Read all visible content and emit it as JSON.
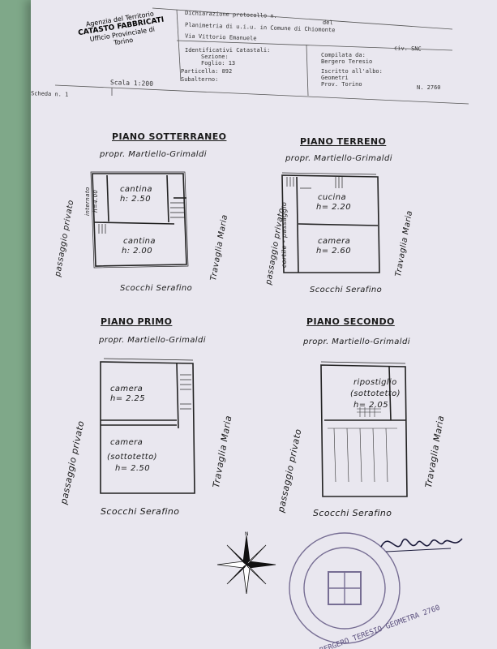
{
  "header": {
    "agency_line1": "Agenzia del Territorio",
    "agency_line2": "CATASTO FABBRICATI",
    "agency_line3": "Ufficio Provinciale di",
    "agency_line4": "Torino",
    "declaration": "Dichiarazione protocollo n.",
    "declaration_del": "del",
    "planimetry": "Planimetria di u.i.u. in Comune di Chiomonte",
    "address": "Via Vittorio Emanuele",
    "civ": "civ. SNC",
    "ident_label": "Identificativi Catastali:",
    "sezione": "Sezione:",
    "foglio": "Foglio: 13",
    "particella": "Particella: 892",
    "subalterno": "Subalterno:",
    "compilata": "Compilata da:",
    "compiler": "Bergero Teresio",
    "iscritto": "Iscritto all'albo:",
    "geometri": "Geometri",
    "prov": "Prov. Torino",
    "number": "N. 2760",
    "scheda": "Scheda n. 1",
    "scala": "Scala 1:200"
  },
  "plans": {
    "underground": {
      "title": "PIANO SOTTERRANEO",
      "north": "propr. Martiello-Grimaldi",
      "west": "passaggio privato",
      "east": "Travaglia Maria",
      "south": "Scocchi Serafino",
      "small_room": "internato",
      "small_room_h": "h=4.00",
      "room1": "cantina",
      "room1_h": "h: 2.50",
      "room2": "cantina",
      "room2_h": "h: 2.00"
    },
    "ground": {
      "title": "PIANO TERRENO",
      "north": "propr. Martiello-Grimaldi",
      "west": "passaggio privato",
      "east": "Travaglia Maria",
      "south": "Scocchi Serafino",
      "corridor": "cortile - passaggio",
      "room1": "cucina",
      "room1_h": "h= 2.20",
      "room2": "camera",
      "room2_h": "h= 2.60"
    },
    "first": {
      "title": "PIANO PRIMO",
      "north": "propr. Martiello-Grimaldi",
      "west": "passaggio privato",
      "east": "Travaglia Maria",
      "south": "Scocchi Serafino",
      "room1": "camera",
      "room1_h": "h= 2.25",
      "room2": "camera",
      "room2_sub": "(sottotetto)",
      "room2_h": "h= 2.50"
    },
    "second": {
      "title": "PIANO SECONDO",
      "north": "propr. Martiello-Grimaldi",
      "west": "passaggio privato",
      "east": "Travaglia Maria",
      "south": "Scocchi Serafino",
      "room1": "ripostiglio",
      "room1_sub": "(sottotetto)",
      "room1_h": "h= 2.05"
    }
  },
  "stamp": {
    "text": "BERGERO TERESIO GEOMETRA 2760"
  },
  "signature": "Bergero Teresio"
}
